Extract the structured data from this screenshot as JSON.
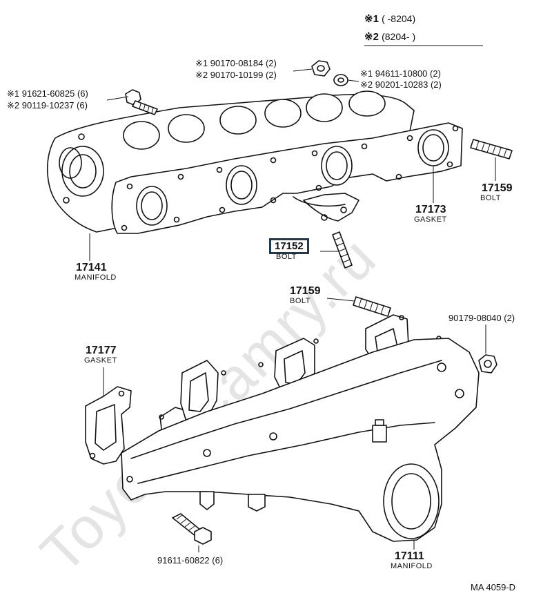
{
  "watermark": "Toyota-Camry.ru",
  "legend": {
    "row1": {
      "mark": "※1",
      "range": "(        -8204)"
    },
    "row2": {
      "mark": "※2",
      "range": "(8204-        )"
    }
  },
  "labels": {
    "nut_top_a": "※1 90170-08184 (2)",
    "nut_top_b": "※2 90170-10199 (2)",
    "washer_a": "※1 94611-10800 (2)",
    "washer_b": "※2 90201-10283 (2)",
    "bolt_left_a": "※1 91621-60825 (6)",
    "bolt_left_b": "※2 90119-10237 (6)",
    "upper_manifold_no": "17141",
    "upper_manifold_name": "MANIFOLD",
    "upper_gasket_no": "17173",
    "upper_gasket_name": "GASKET",
    "stud_right_no": "17159",
    "stud_right_name": "BOLT",
    "stud_mid_no": "17152",
    "stud_mid_name": "BOLT",
    "stud_lower_no": "17159",
    "stud_lower_name": "BOLT",
    "nut_right": "90179-08040 (2)",
    "lower_gasket_no": "17177",
    "lower_gasket_name": "GASKET",
    "lower_manifold_no": "17111",
    "lower_manifold_name": "MANIFOLD",
    "bolt_bottom": "91611-60822 (6)",
    "figure_code": "MA  4059-D"
  }
}
